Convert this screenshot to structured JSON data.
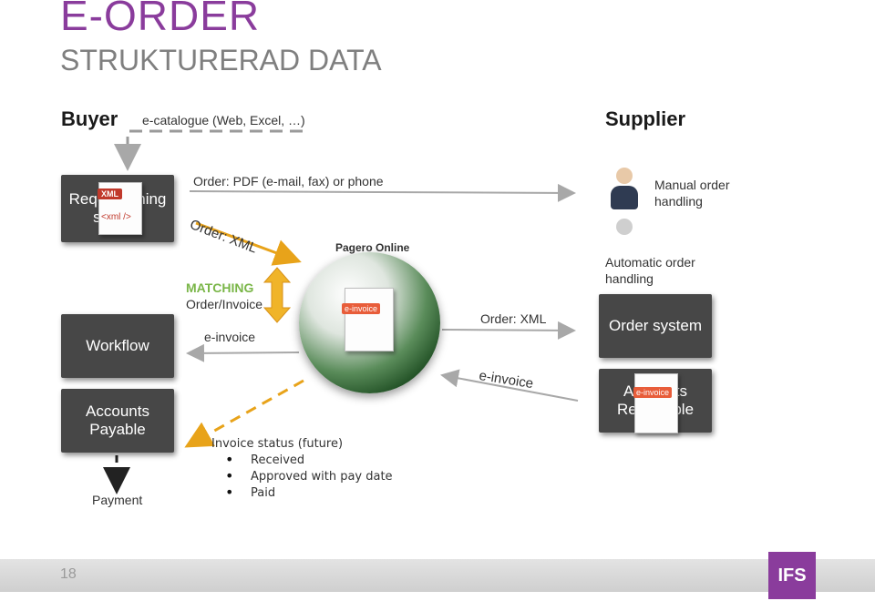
{
  "title": "E-ORDER",
  "subtitle": "STRUKTURERAD DATA",
  "buyer": "Buyer",
  "supplier": "Supplier",
  "ecatalogue": "e-catalogue (Web, Excel, …)",
  "requisitioning_box": "Requisitioning system",
  "xml_tag": "XML",
  "xml_code": "<xml />",
  "order_pdf": "Order: PDF (e-mail, fax) or phone",
  "order_xml_diag": "Order: XML",
  "pagero": "Pagero Online",
  "einvoice_tag": "e-invoice",
  "matching": "MATCHING",
  "order_invoice": "Order/Invoice",
  "einvoice_left": "e-invoice",
  "workflow": "Workflow",
  "accounts_payable": "Accounts Payable",
  "payment": "Payment",
  "invoice_status": {
    "heading": "Invoice status (future)",
    "items": [
      "Received",
      "Approved with pay date",
      "Paid"
    ]
  },
  "manual_order": "Manual order handling",
  "automatic_order": "Automatic order handling",
  "order_system": "Order system",
  "order_xml_right": "Order: XML",
  "einvoice_right": "e-invoice",
  "accounts_receivable": "Accounts Receivable",
  "page_number": "18",
  "logo_text": "IFS",
  "colors": {
    "accent": "#8a3c9c",
    "matching": "#7ab648",
    "arrow_orange": "#e8a31a",
    "box": "#474747"
  },
  "icons": [
    "person-icon",
    "globe-icon",
    "document-icon"
  ]
}
